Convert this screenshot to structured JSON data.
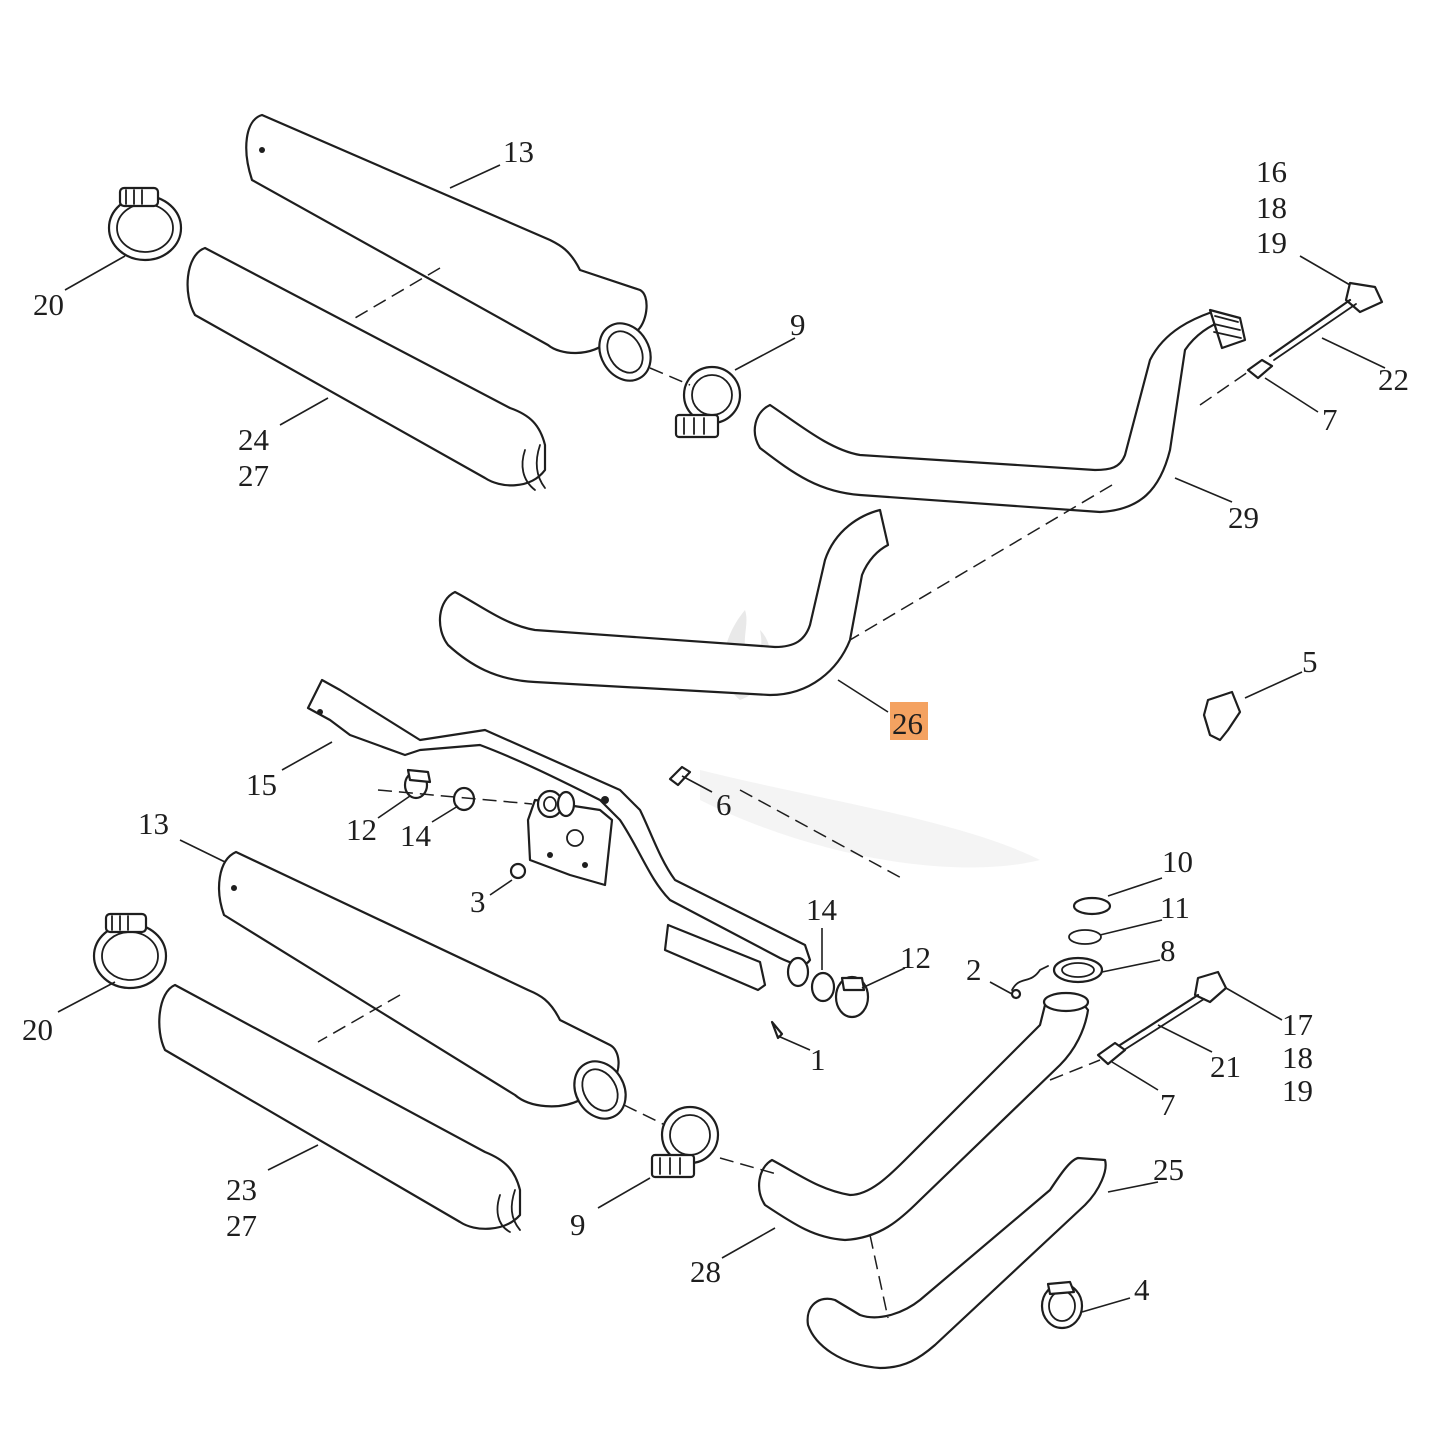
{
  "diagram": {
    "highlight_color": "#f4a261",
    "callouts": {
      "c13a": "13",
      "c20a": "20",
      "c9a": "9",
      "c24": "24",
      "c27a": "27",
      "c16": "16",
      "c18a": "18",
      "c19a": "19",
      "c22": "22",
      "c7a": "7",
      "c29": "29",
      "c26": "26",
      "c5": "5",
      "c15": "15",
      "c6": "6",
      "c12a": "12",
      "c14a": "14",
      "c3": "3",
      "c13b": "13",
      "c20b": "20",
      "c14b": "14",
      "c12b": "12",
      "c10": "10",
      "c11": "11",
      "c8": "8",
      "c2": "2",
      "c1": "1",
      "c17": "17",
      "c18b": "18",
      "c19b": "19",
      "c21": "21",
      "c7b": "7",
      "c23": "23",
      "c27b": "27",
      "c9b": "9",
      "c25": "25",
      "c28": "28",
      "c4": "4"
    }
  }
}
